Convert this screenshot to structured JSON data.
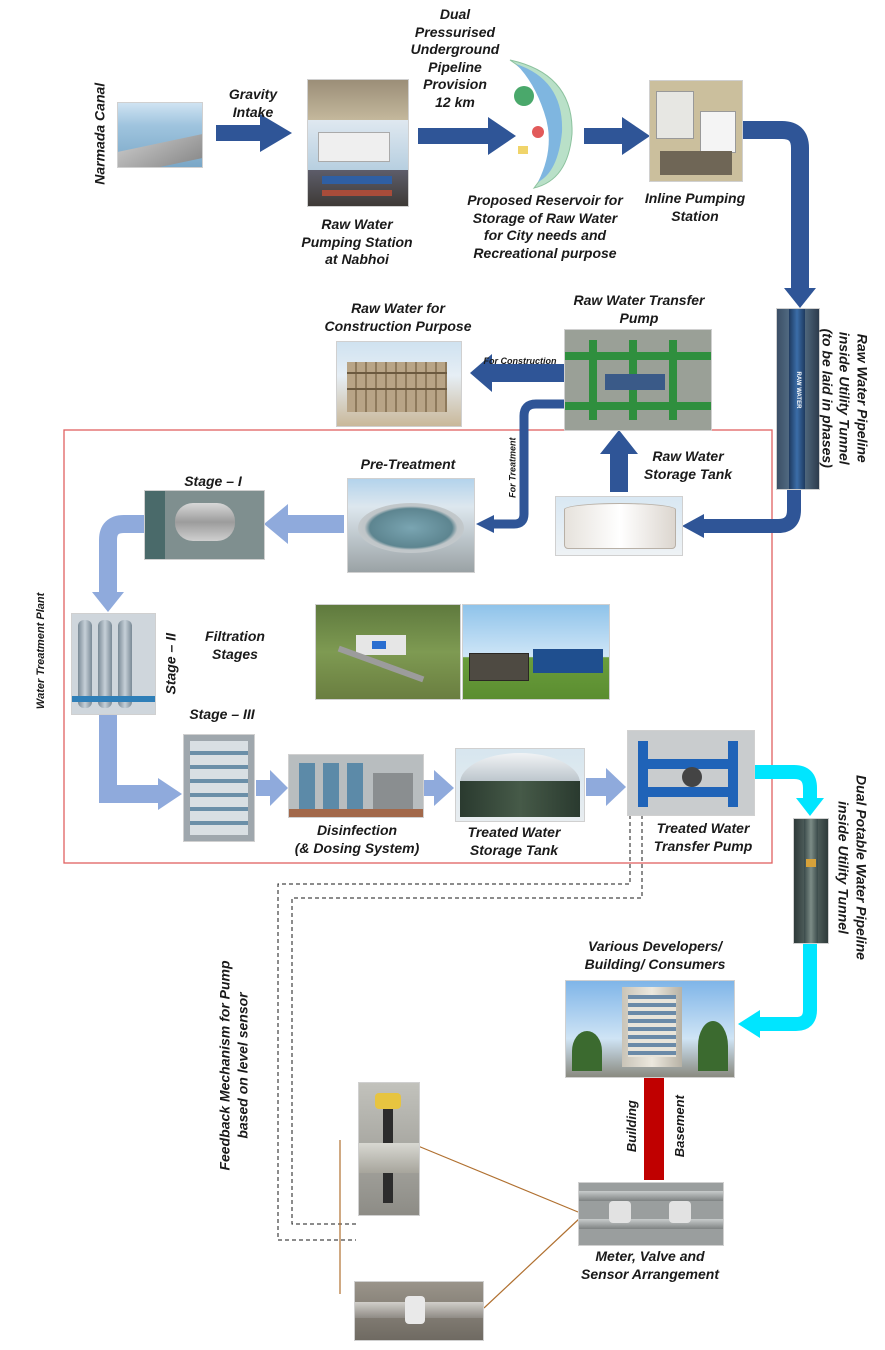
{
  "labels": {
    "narmada_canal": "Narmada Canal",
    "gravity_intake": "Gravity\nIntake",
    "dual_pipeline": "Dual\nPressurised\nUnderground\nPipeline\nProvision\n12 km",
    "raw_water_pumping_station": "Raw Water\nPumping Station\nat Nabhoi",
    "proposed_reservoir": "Proposed Reservoir for\nStorage of Raw Water\nfor City needs and\nRecreational purpose",
    "inline_pumping_station": "Inline Pumping\nStation",
    "raw_water_pipeline_tunnel": "Raw Water Pipeline\ninside Utility Tunnel\n(to be laid in phases)",
    "raw_water_transfer_pump": "Raw Water Transfer\nPump",
    "raw_water_construction": "Raw Water for\nConstruction Purpose",
    "for_construction": "For  Construction",
    "for_treatment": "For Treatment",
    "raw_water_storage_tank": "Raw Water\nStorage Tank",
    "pre_treatment": "Pre-Treatment",
    "stage_1": "Stage – I",
    "stage_2": "Stage – II",
    "stage_3": "Stage – III",
    "filtration_stages": "Filtration\nStages",
    "water_treatment_plant": "Water Treatment Plant",
    "disinfection": "Disinfection\n(& Dosing System)",
    "treated_water_storage": "Treated Water\nStorage Tank",
    "treated_water_transfer_pump": "Treated Water\nTransfer Pump",
    "dual_potable_pipeline": "Dual Potable Water Pipeline\ninside Utility Tunnel",
    "various_developers": "Various Developers/\nBuilding/ Consumers",
    "building": "Building",
    "basement": "Basement",
    "feedback_mechanism": "Feedback Mechanism for Pump\nbased on level sensor",
    "meter_valve_sensor": "Meter, Valve and\nSensor Arrangement",
    "pipe_text": "RAW WATER"
  },
  "colors": {
    "raw_flow": "#2f5597",
    "treatment_flow": "#8faadc",
    "potable_flow": "#00e5ff",
    "plant_border": "#e06060",
    "building_link": "#c00000",
    "sensor_link": "#b07030"
  }
}
